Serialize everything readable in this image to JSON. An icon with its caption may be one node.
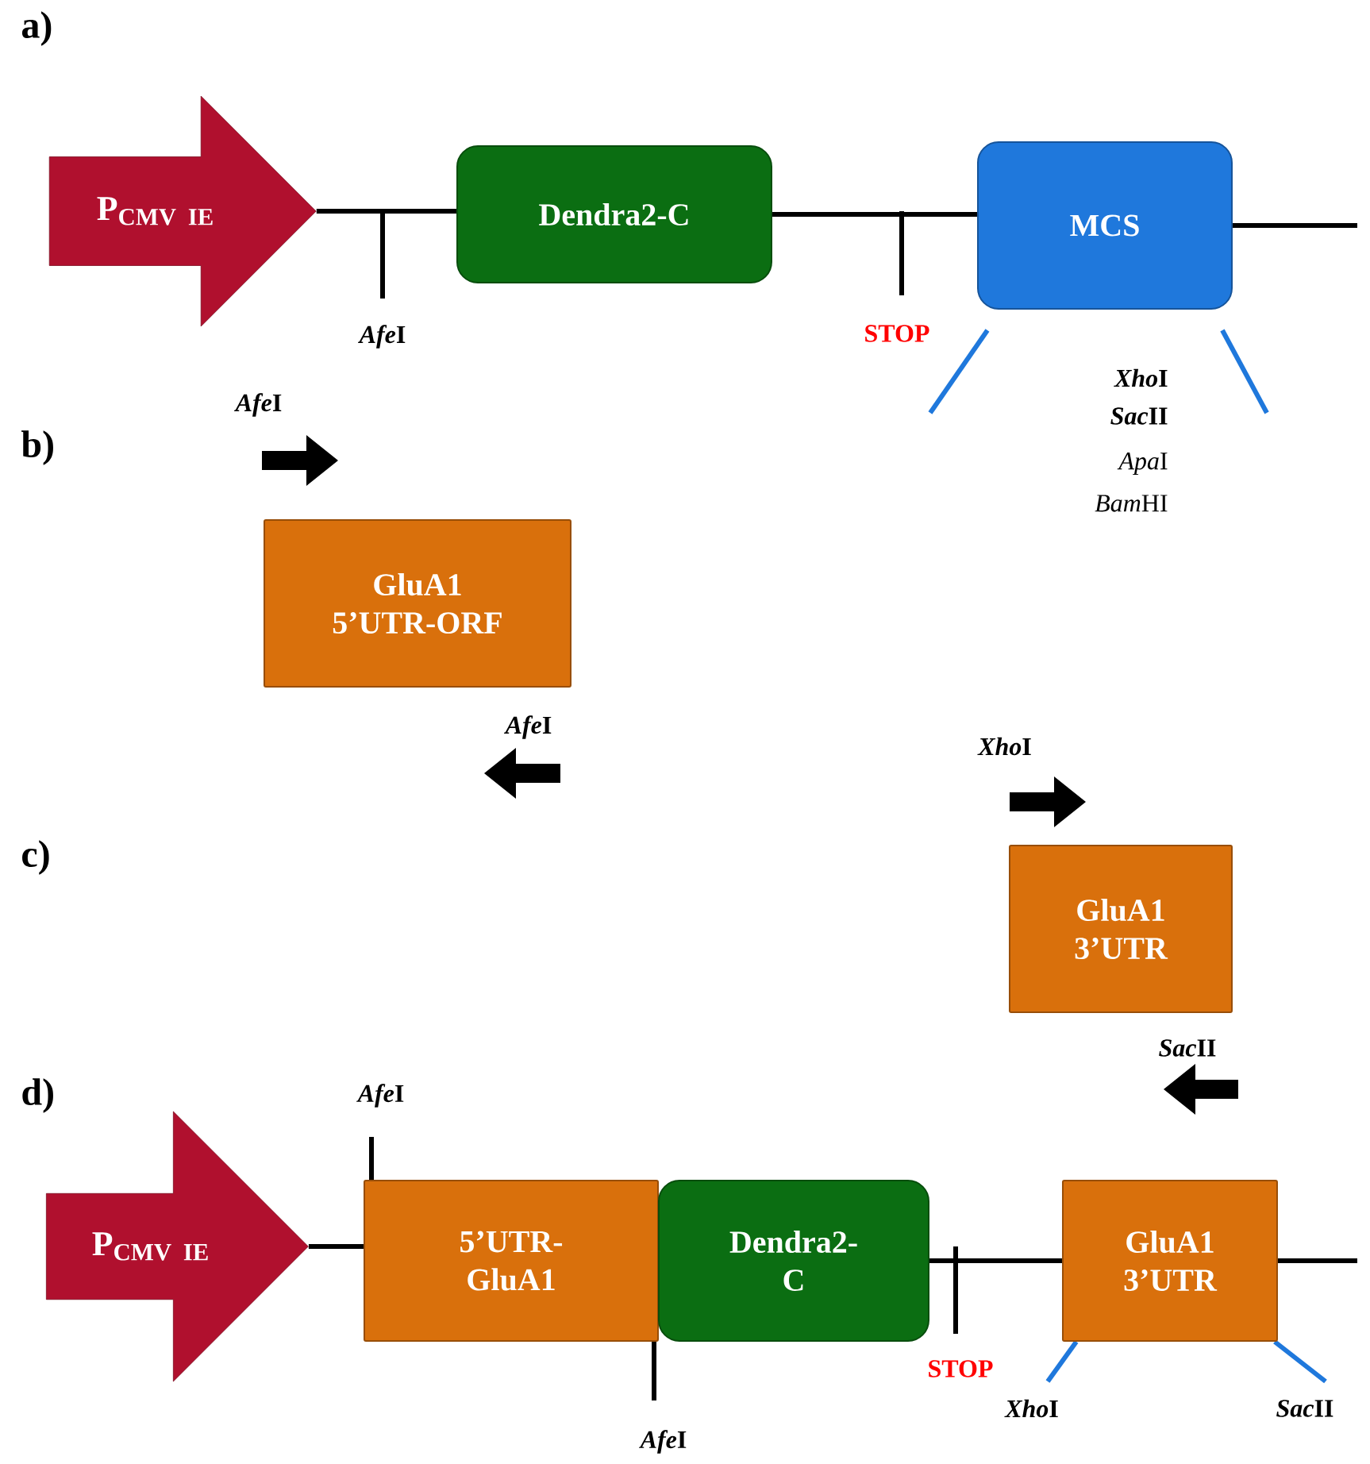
{
  "diagram": {
    "nodes": [
      {
        "text": [
          "\\mathbf{P}_{\\mathbf{CMV\\ IE}}"
        ]
      },
      {
        "text": [
          "Dendra2-C"
        ]
      },
      {
        "text": [
          "MCS"
        ]
      },
      {
        "text": [
          "GluA1 5’UTR-ORF"
        ]
      },
      {
        "text": [
          "GluA1 3’UTR"
        ]
      },
      {
        "text": [
          "\\mathbf{P}_{\\mathbf{CMV\\ IE}}"
        ]
      },
      {
        "text": [
          "5’UTR- GluA1"
        ]
      },
      {
        "text": [
          "Dendra2- C"
        ]
      },
      {
        "text": [
          "GluA1 3’UTR"
        ]
      }
    ],
    "edges": [
      {
        "from": 0,
        "to": 1,
        "arrow": "none"
      },
      {
        "from": 1,
        "to": 2,
        "arrow": "none"
      },
      {
        "from": 2,
        "to": null,
        "arrow": "none"
      },
      {
        "from": 5,
        "to": 6,
        "arrow": "none"
      },
      {
        "from": 7,
        "to": 8,
        "arrow": "none"
      },
      {
        "from": 8,
        "to": null,
        "arrow": "none"
      }
    ],
    "labels": [
      "a)",
      "\\textit{Afe}\\mbox{I}",
      "STOP",
      "\\textit{Xho}\\mbox{I}",
      "\\textit{Sac}\\mbox{II}",
      "\\textit{Apa}\\mbox{I}",
      "\\textit{Bam}\\mbox{HI}",
      "b)",
      "\\textit{Afe}\\mbox{I}",
      "\\textit{Afe}\\mbox{I}",
      "\\textit{Xho}\\mbox{I}",
      "c)",
      "\\textit{Sac}\\mbox{II}",
      "d)",
      "\\textit{Afe}\\mbox{I}",
      "STOP",
      "\\textit{Xho}\\mbox{I}",
      "\\textit{Afe}\\mbox{I}",
      "\\textit{Sac}\\mbox{II}"
    ]
  }
}
